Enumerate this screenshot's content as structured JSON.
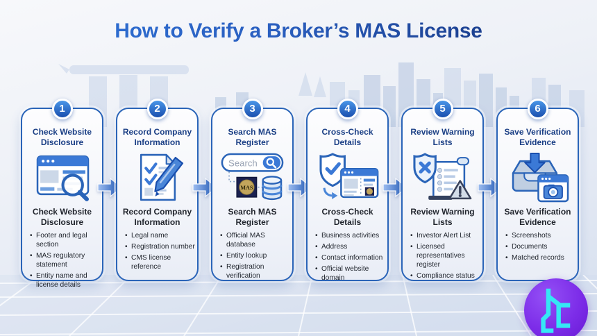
{
  "header": {
    "title": "How to Verify a Broker’s MAS License"
  },
  "steps": [
    {
      "number": "1",
      "title": "Check Website Disclosure",
      "subtitle": "Check Website Disclosure",
      "icon": "browser-magnifier-icon",
      "bullets": [
        "Footer and legal section",
        "MAS regulatory statement",
        "Entity name and license details"
      ]
    },
    {
      "number": "2",
      "title": "Record Company Information",
      "subtitle": "Record Company Information",
      "icon": "document-pen-icon",
      "bullets": [
        "Legal name",
        "Registration number",
        "CMS license reference"
      ]
    },
    {
      "number": "3",
      "title": "Search MAS Register",
      "subtitle": "Search MAS Register",
      "icon": "search-database-icon",
      "bullets": [
        "Official MAS database",
        "Entity lookup",
        "Registration verification"
      ]
    },
    {
      "number": "4",
      "title": "Cross-Check Details",
      "subtitle": "Cross-Check Details",
      "icon": "shield-check-browser-icon",
      "bullets": [
        "Business activities",
        "Address",
        "Contact information",
        "Official website domain"
      ]
    },
    {
      "number": "5",
      "title": "Review Warning Lists",
      "subtitle": "Review Warning Lists",
      "icon": "shield-x-warning-icon",
      "bullets": [
        "Investor Alert List",
        "Licensed representatives register",
        "Compliance status"
      ]
    },
    {
      "number": "6",
      "title": "Save Verification Evidence",
      "subtitle": "Save Verification Evidence",
      "icon": "archive-camera-icon",
      "bullets": [
        "Screenshots",
        "Documents",
        "Matched records"
      ]
    }
  ],
  "icon_text": {
    "search_placeholder": "Search",
    "mas_logo": "MAS"
  },
  "colors": {
    "accent_blue": "#2a64b8",
    "icon_blue": "#3b79d6",
    "title_gradient_start": "#2f72d6",
    "title_gradient_end": "#16347e",
    "badge_blue": "#1a4fae",
    "mas_navy": "#1b2150",
    "mas_gold": "#c2a55c",
    "logo_purple": "#7c2ce8",
    "logo_cyan": "#35e8f5"
  }
}
